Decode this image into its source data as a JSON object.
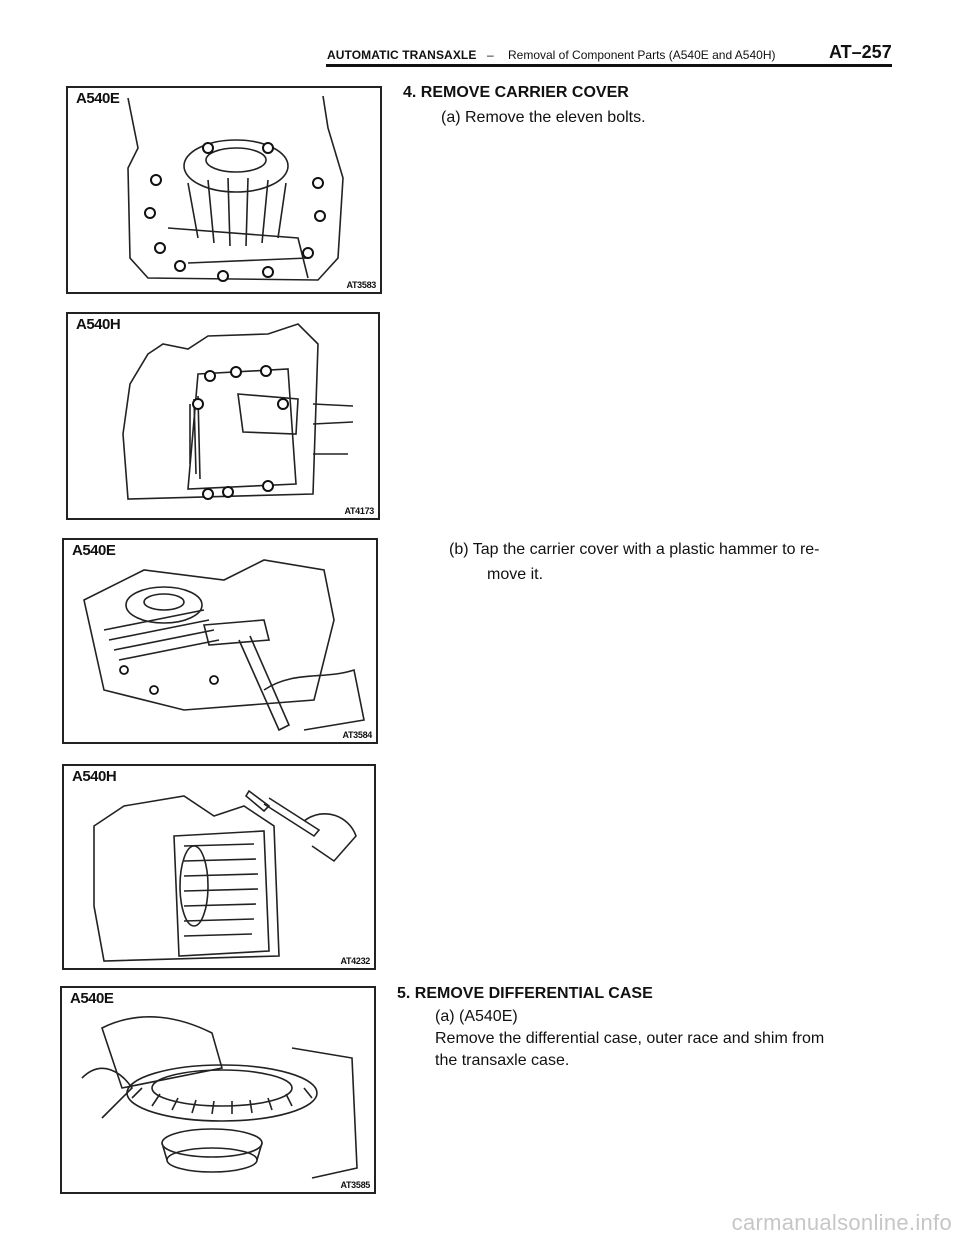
{
  "header": {
    "section": "AUTOMATIC TRANSAXLE",
    "separator": "–",
    "subtitle": "Removal of Component Parts (A540E and A540H)",
    "page_number": "AT–257"
  },
  "figures": [
    {
      "model": "A540E",
      "code": "AT3583",
      "illustration": "carrier-cover-bolts-a540e"
    },
    {
      "model": "A540H",
      "code": "AT4173",
      "illustration": "carrier-cover-bolts-a540h"
    },
    {
      "model": "A540E",
      "code": "AT3584",
      "illustration": "hammer-tap-a540e"
    },
    {
      "model": "A540H",
      "code": "AT4232",
      "illustration": "hammer-tap-a540h"
    },
    {
      "model": "A540E",
      "code": "AT3585",
      "illustration": "differential-removal-a540e"
    }
  ],
  "steps": {
    "step4": {
      "heading": "4. REMOVE CARRIER COVER",
      "a": "(a) Remove the eleven bolts.",
      "b_line1": "(b) Tap the carrier cover with a plastic hammer to re-",
      "b_line2": "move it."
    },
    "step5": {
      "heading": "5. REMOVE DIFFERENTIAL CASE",
      "a": "(a) (A540E)",
      "a_line1": "Remove the differential case, outer race and shim from",
      "a_line2": "the transaxle case."
    }
  },
  "watermark": "carmanualsonline.info"
}
